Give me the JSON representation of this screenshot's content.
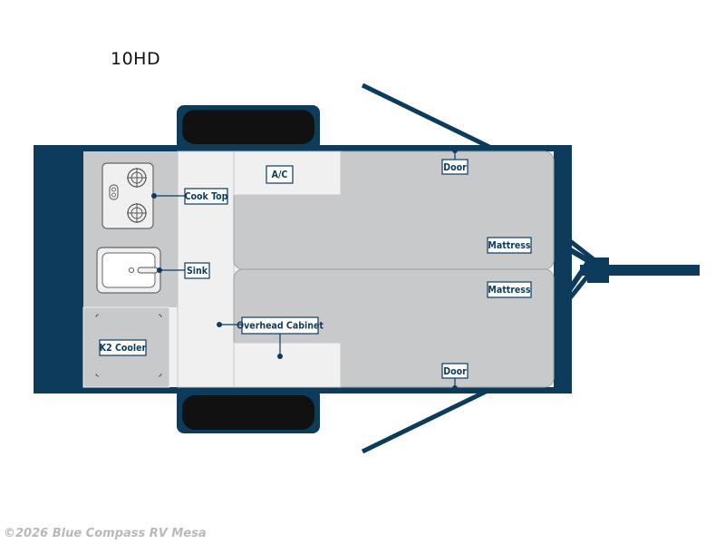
{
  "title": "10HD",
  "watermark": "©2026 Blue Compass RV Mesa",
  "labels": {
    "cook_top": "Cook Top",
    "ac": "A/C",
    "door_top": "Door",
    "mattress_top": "Mattress",
    "sink": "Sink",
    "mattress_bottom": "Mattress",
    "overhead_cabinet": "Overhead Cabinet",
    "k2_cooler": "K2 Cooler",
    "door_bottom": "Door"
  },
  "colors": {
    "frame": "#0d3b5c",
    "floor": "#c8c9cb",
    "cabinet": "#f0f0f0",
    "label_fill": "#ffffff",
    "wheel": "#111111"
  }
}
